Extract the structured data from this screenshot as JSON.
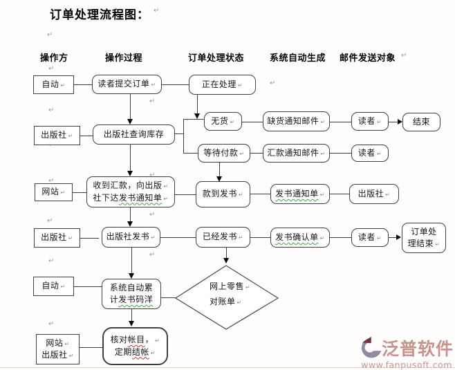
{
  "title": "订单处理流程图：",
  "columns": {
    "c1": "操作方",
    "c2": "操作过程",
    "c3": "订单处理状态",
    "c4": "系统自动生成",
    "c5": "邮件发送对象"
  },
  "nodes": {
    "auto1": "自动",
    "submit": "读者提交订单",
    "processing": "正在处理",
    "pub1": "出版社",
    "query": "出版社查询库存",
    "nostock": "无货",
    "oosMail": "缺货通知邮件",
    "reader1": "读者",
    "end1": "结束",
    "waitpay": "等待付款",
    "remitMail": "汇款通知邮件",
    "reader2": "读者",
    "site1": "网站",
    "receivedL1": "收到汇款，向出版",
    "receivedL2pre": "社下达",
    "receivedL2wavy": "发书通知单",
    "paidship": "款到发书",
    "shipnote": "发书通知单",
    "pub2": "出版社",
    "pub3": "出版社",
    "pubship": "出版社发书",
    "shipped": "已经发书",
    "shipconfirm": "发书确认单",
    "reader3": "读者",
    "orderendL1": "订单处",
    "orderendL2": "理结束",
    "auto2": "自动",
    "accumL1": "系统自动累",
    "accumL2pre": "计",
    "accumL2wavy": "发书码洋",
    "diamondL1": "网上零售",
    "diamondL2": "对账单",
    "sitePubL1": "网站",
    "sitePubL2": "出版社",
    "reconcileL1pre": "核对",
    "reconcileL1wavy": "帐目",
    "reconcileL1post": "，",
    "reconcileL2pre": "定期",
    "reconcileL2wavy": "结帐"
  },
  "marks": {
    "pilcrow": "↵"
  },
  "watermark": {
    "brand": "泛普软件",
    "url": "www.fanpusoft.com"
  },
  "colors": {
    "spellcheck_green": "#3fa53f",
    "spellcheck_red": "#c0392b",
    "watermark_text": "#c6938d",
    "logo_gray": "#928ba0",
    "logo_red": "#7c2d3e",
    "line": "#3c3c3c"
  }
}
